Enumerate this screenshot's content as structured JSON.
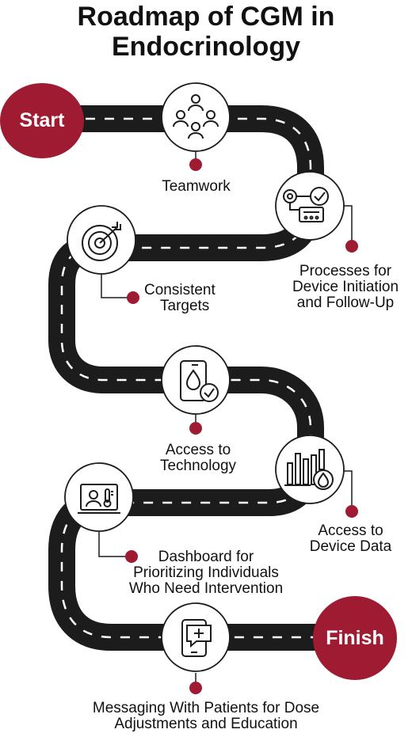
{
  "title_line1": "Roadmap of CGM in",
  "title_line2": "Endocrinology",
  "start_label": "Start",
  "finish_label": "Finish",
  "accent_color": "#9e1b32",
  "road_color": "#1c1c1c",
  "steps": [
    {
      "lines": [
        "Teamwork"
      ],
      "icon": "teamwork-icon"
    },
    {
      "lines": [
        "Processes for",
        "Device Initiation",
        "and Follow-Up"
      ],
      "icon": "device-process-icon"
    },
    {
      "lines": [
        "Consistent",
        "Targets"
      ],
      "icon": "target-icon"
    },
    {
      "lines": [
        "Access to",
        "Technology"
      ],
      "icon": "phone-drop-check-icon"
    },
    {
      "lines": [
        "Access to",
        "Device Data"
      ],
      "icon": "bar-chart-drop-icon"
    },
    {
      "lines": [
        "Dashboard for",
        "Prioritizing Individuals",
        "Who Need Intervention"
      ],
      "icon": "dashboard-icon"
    },
    {
      "lines": [
        "Messaging With Patients for Dose",
        "Adjustments and Education"
      ],
      "icon": "messaging-icon"
    }
  ]
}
